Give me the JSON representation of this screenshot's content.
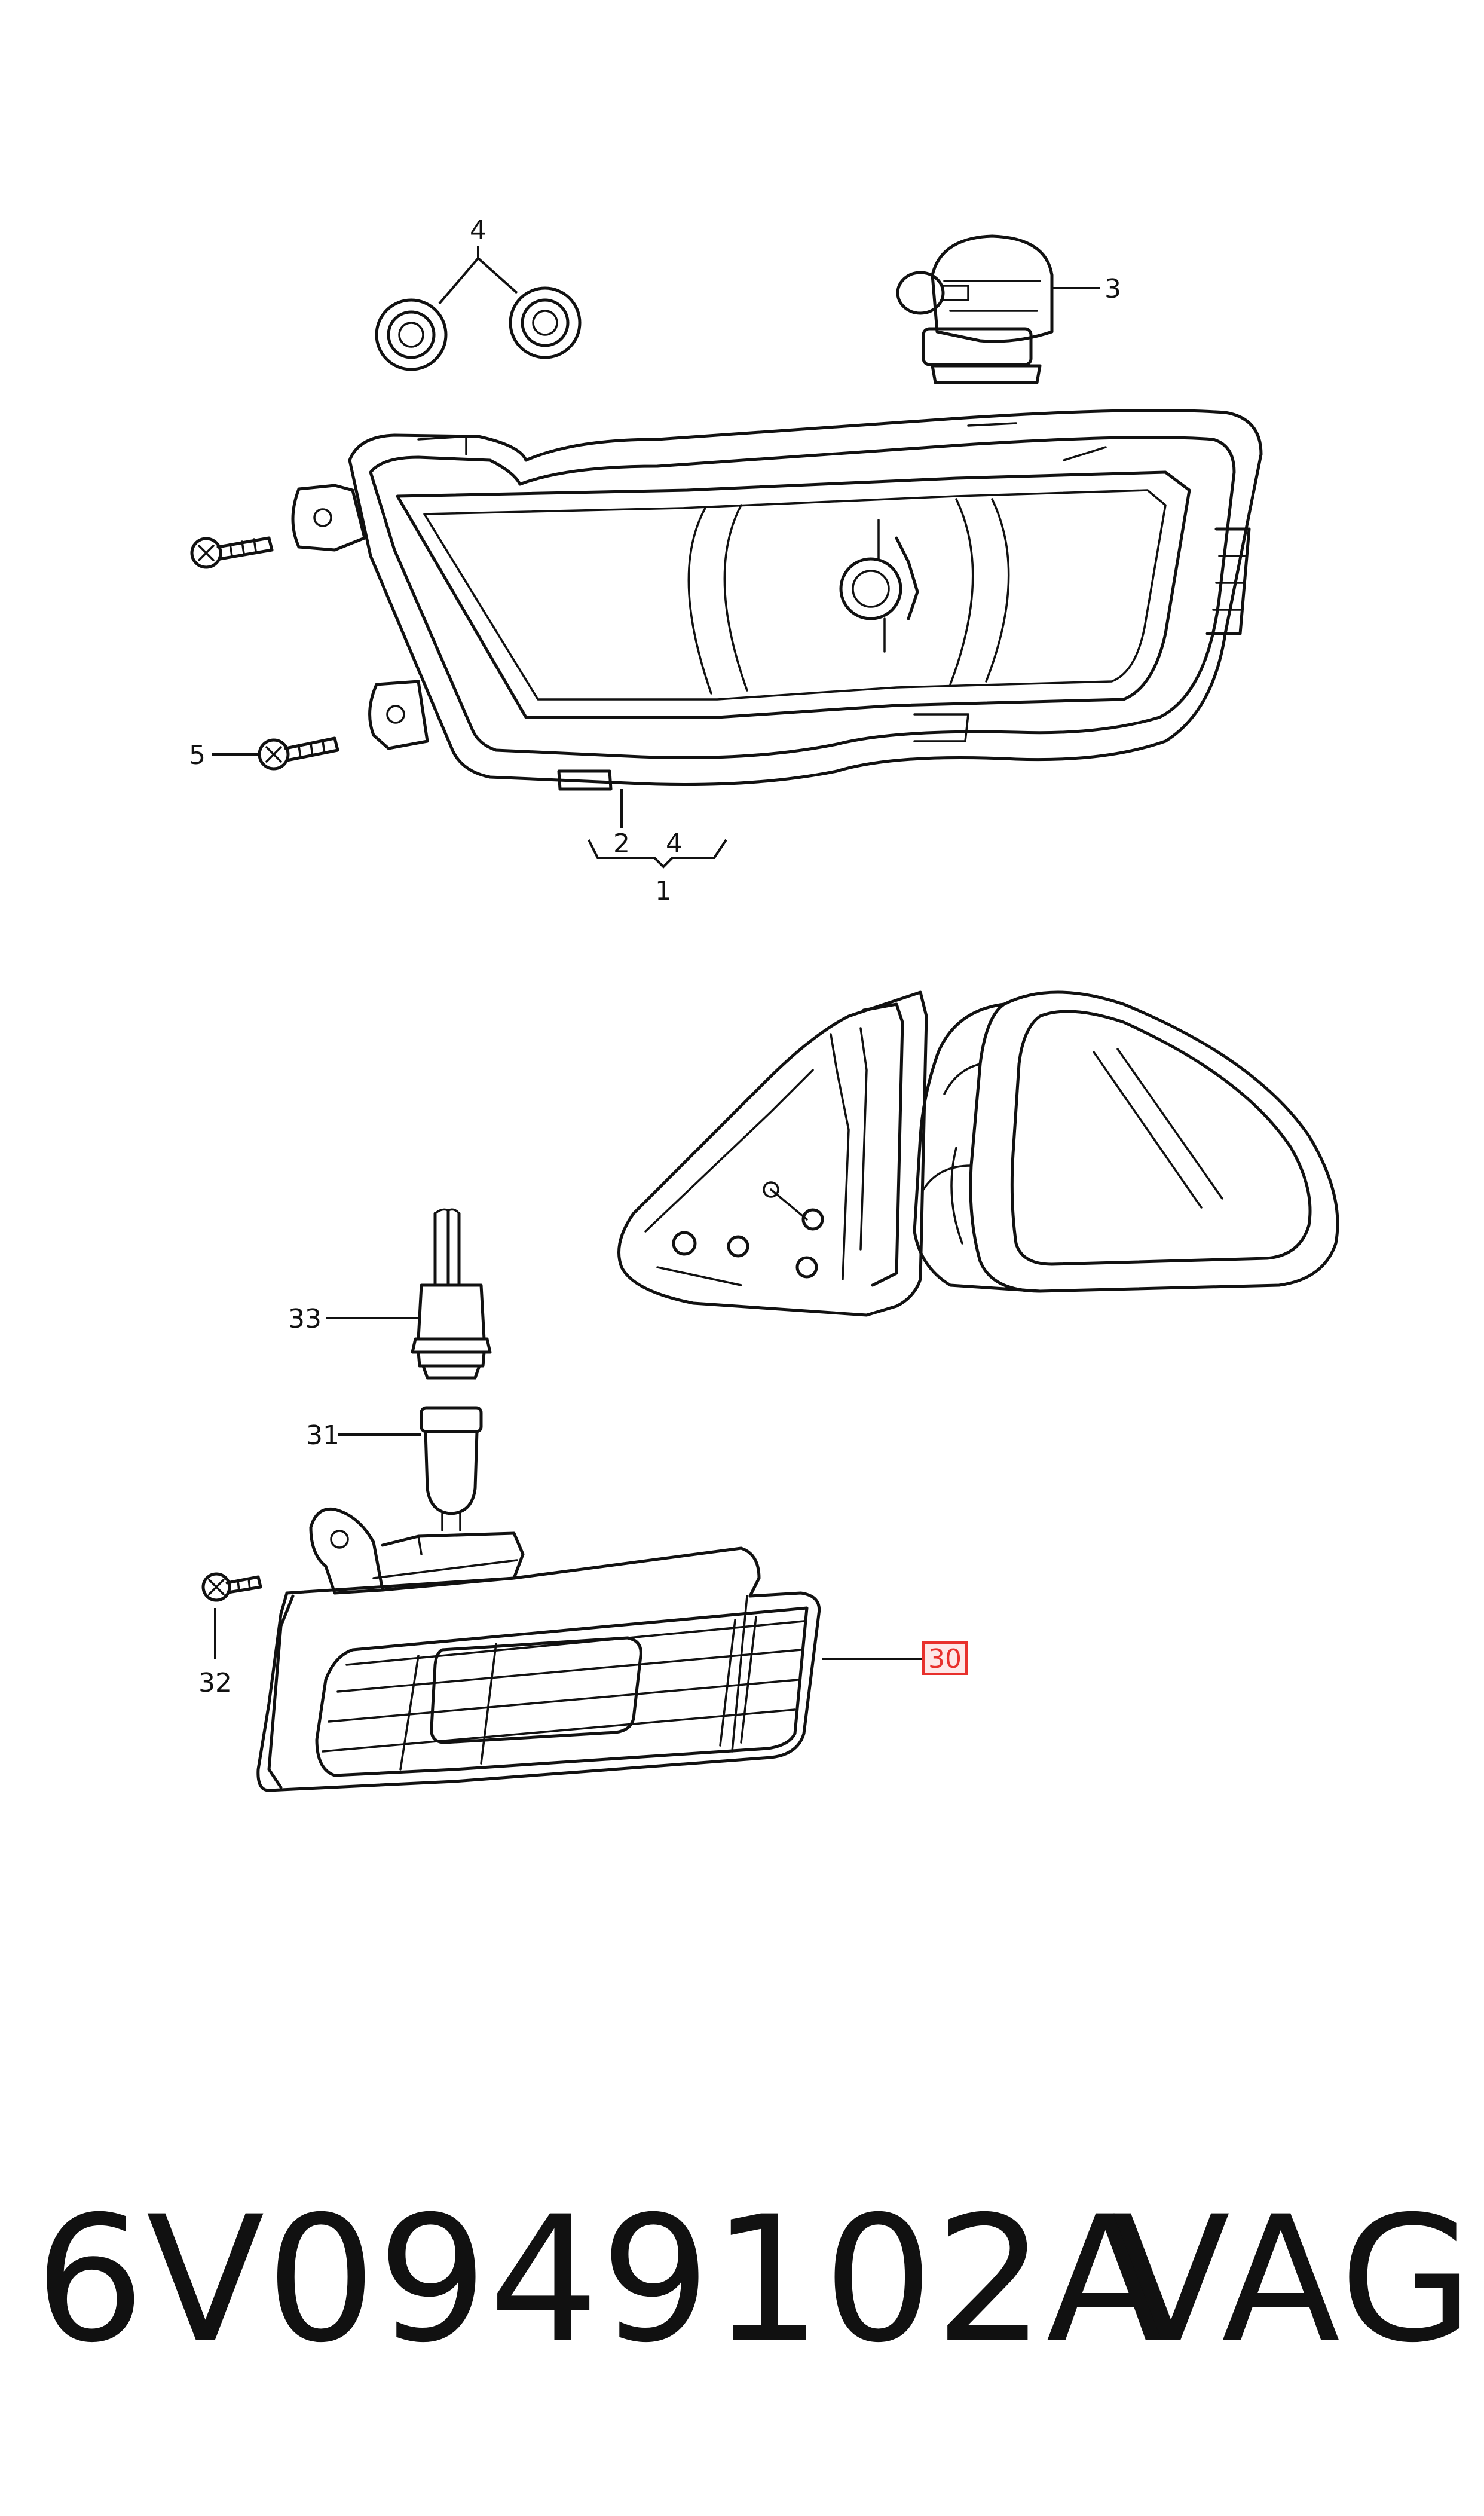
{
  "callouts": {
    "fog_lamp_seals": "4",
    "fog_lamp_bulb": "3",
    "fog_lamp_screw_upper": "",
    "fog_lamp_screw_lower": "5",
    "fog_lamp_housing": "2",
    "fog_lamp_seal_sub": "4",
    "fog_lamp_assembly": "1",
    "turn_signal_bulb_holder": "33",
    "turn_signal_bulb": "31",
    "turn_signal_screw": "32",
    "turn_signal_lamp": "30"
  },
  "footer": {
    "part_number": "6V0949102A",
    "brand": "VAG"
  },
  "colors": {
    "highlight": "#e8302c",
    "highlight_fill": "#fde8e8",
    "line": "#111111"
  }
}
